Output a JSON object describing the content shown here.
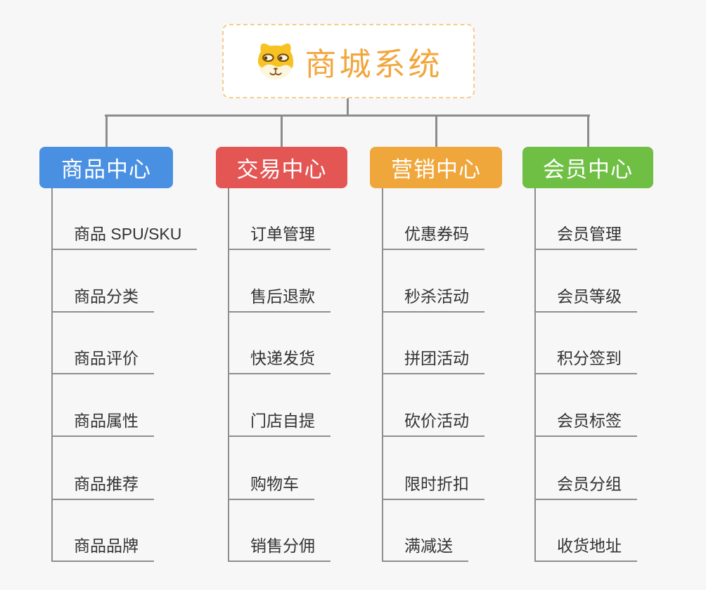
{
  "root": {
    "title": "商城系统",
    "icon": "dog-face-icon",
    "title_color": "#F2A63C",
    "border_color": "#F3CD8E"
  },
  "connector_color": "#8C8C8C",
  "leaf_style": {
    "text_color": "#333333",
    "underline_color": "#8E8E8E"
  },
  "branches": [
    {
      "label": "商品中心",
      "color": "#4A90E2",
      "children": [
        "商品 SPU/SKU",
        "商品分类",
        "商品评价",
        "商品属性",
        "商品推荐",
        "商品品牌"
      ]
    },
    {
      "label": "交易中心",
      "color": "#E35654",
      "children": [
        "订单管理",
        "售后退款",
        "快递发货",
        "门店自提",
        "购物车",
        "销售分佣"
      ]
    },
    {
      "label": "营销中心",
      "color": "#EFA73B",
      "children": [
        "优惠券码",
        "秒杀活动",
        "拼团活动",
        "砍价活动",
        "限时折扣",
        "满减送"
      ]
    },
    {
      "label": "会员中心",
      "color": "#6FBF44",
      "children": [
        "会员管理",
        "会员等级",
        "积分签到",
        "会员标签",
        "会员分组",
        "收货地址"
      ]
    }
  ]
}
